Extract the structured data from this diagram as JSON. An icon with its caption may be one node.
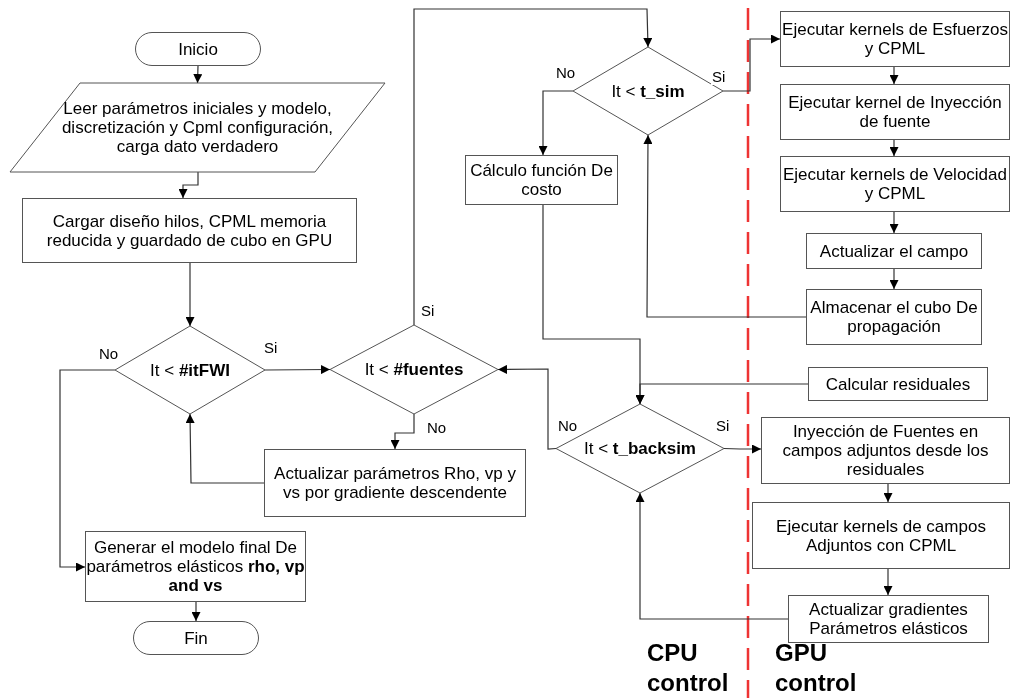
{
  "diagram": {
    "nodes": [
      {
        "text": [
          "Inicio"
        ]
      },
      {
        "text": [
          "Leer parámetros iniciales y modelo, discretización y Cpml configuración, carga dato verdadero"
        ]
      },
      {
        "text": [
          "Cargar diseño hilos, CPML memoria reducida y guardado de cubo en GPU"
        ]
      },
      {
        "text": [
          "It < **#itFWI**"
        ]
      },
      {
        "text": [
          "It < **#fuentes**"
        ]
      },
      {
        "text": [
          "Actualizar parámetros Rho, vp y vs por gradiente descendente"
        ]
      },
      {
        "text": [
          "Generar el modelo final De parámetros elásticos **rho, vp and vs**"
        ]
      },
      {
        "text": [
          "Fin"
        ]
      },
      {
        "text": [
          "It < **t_sim**"
        ]
      },
      {
        "text": [
          "Cálculo función De costo"
        ]
      },
      {
        "text": [
          "Ejecutar kernels de Esfuerzos y CPML"
        ]
      },
      {
        "text": [
          "Ejecutar kernel de Inyección de fuente"
        ]
      },
      {
        "text": [
          "Ejecutar kernels de Velocidad y CPML"
        ]
      },
      {
        "text": [
          "Actualizar el campo"
        ]
      },
      {
        "text": [
          "Almacenar el cubo De propagación"
        ]
      },
      {
        "text": [
          "Calcular residuales"
        ]
      },
      {
        "text": [
          "It < **t_backsim**"
        ]
      },
      {
        "text": [
          "Inyección de Fuentes en campos adjuntos desde los residuales"
        ]
      },
      {
        "text": [
          "Ejecutar kernels de campos Adjuntos con CPML"
        ]
      },
      {
        "text": [
          "Actualizar gradientes Parámetros elásticos"
        ]
      }
    ],
    "edges": [
      {
        "from": 0,
        "to": 1,
        "arrow": "to"
      },
      {
        "from": 1,
        "to": 2,
        "arrow": "to"
      },
      {
        "from": 2,
        "to": 3,
        "arrow": "to"
      },
      {
        "from": 3,
        "to": 4,
        "arrow": "to",
        "label": "Si"
      },
      {
        "from": 3,
        "to": 6,
        "arrow": "to",
        "label": "No"
      },
      {
        "from": 4,
        "to": 5,
        "arrow": "to",
        "label": "No"
      },
      {
        "from": 5,
        "to": 3,
        "arrow": "to"
      },
      {
        "from": 4,
        "to": 8,
        "arrow": "to",
        "label": "Si"
      },
      {
        "from": 8,
        "to": 9,
        "arrow": "to",
        "label": "No"
      },
      {
        "from": 8,
        "to": 10,
        "arrow": "to",
        "label": "Si"
      },
      {
        "from": 10,
        "to": 11,
        "arrow": "to"
      },
      {
        "from": 11,
        "to": 12,
        "arrow": "to"
      },
      {
        "from": 12,
        "to": 13,
        "arrow": "to"
      },
      {
        "from": 13,
        "to": 14,
        "arrow": "to"
      },
      {
        "from": 14,
        "to": 8,
        "arrow": "to"
      },
      {
        "from": 9,
        "to": 16,
        "arrow": "to"
      },
      {
        "from": 15,
        "to": 16,
        "arrow": "to"
      },
      {
        "from": 16,
        "to": 4,
        "arrow": "to",
        "label": "No"
      },
      {
        "from": 16,
        "to": 17,
        "arrow": "to",
        "label": "Si"
      },
      {
        "from": 17,
        "to": 18,
        "arrow": "to"
      },
      {
        "from": 18,
        "to": 19,
        "arrow": "to"
      },
      {
        "from": 19,
        "to": 16,
        "arrow": "to"
      },
      {
        "from": 6,
        "to": 7,
        "arrow": "to"
      }
    ],
    "labels": [
      "CPU control",
      "GPU control"
    ]
  }
}
